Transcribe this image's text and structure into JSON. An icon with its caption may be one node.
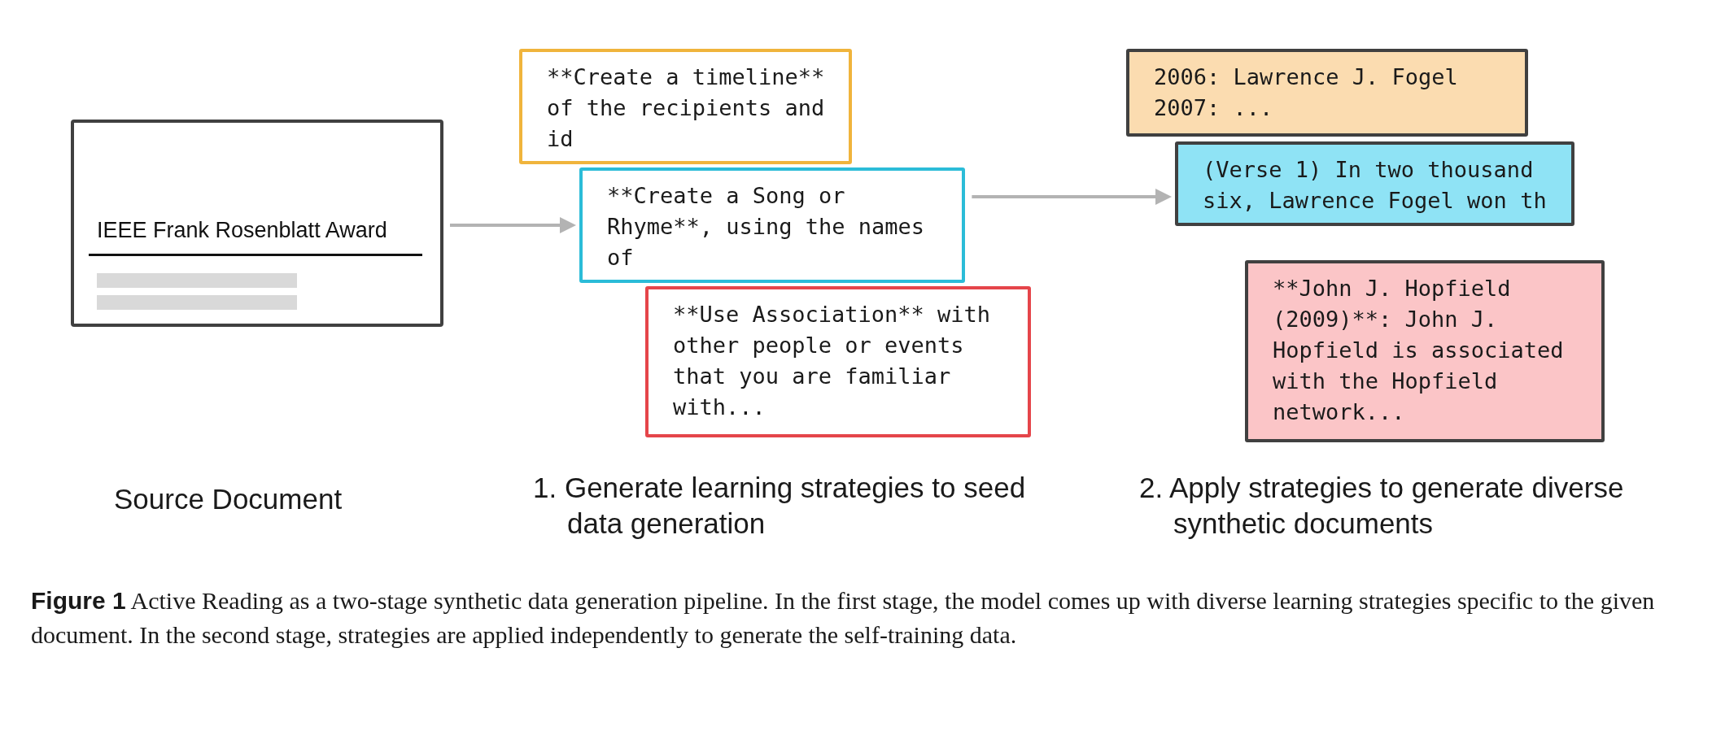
{
  "diagram": {
    "nodes": [
      {
        "text": [
          "IEEE Frank Rosenblatt Award"
        ]
      },
      {
        "text": [
          "**Create a timeline** of the recipients and id"
        ]
      },
      {
        "text": [
          "**Create a Song or Rhyme**, using the names of"
        ]
      },
      {
        "text": [
          "**Use Association** with other people or events that you are familiar with..."
        ]
      },
      {
        "text": [
          "2006: Lawrence J. Fogel",
          "2007: ..."
        ]
      },
      {
        "text": [
          "(Verse 1) In two thousand six, Lawrence Fogel won th"
        ]
      },
      {
        "text": [
          "**John J. Hopfield (2009)**: John J. Hopfield is associated with the Hopfield network..."
        ]
      }
    ],
    "edges": [
      {
        "from": 0,
        "to": 2,
        "arrow": "to"
      },
      {
        "from": 2,
        "to": 5,
        "arrow": "to"
      }
    ],
    "labels": [
      "Source Document",
      "1. Generate learning strategies to seed data generation",
      "2. Apply strategies to generate diverse synthetic documents"
    ],
    "caption": "**Figure 1** Active Reading as a two-stage synthetic data generation pipeline. In the first stage, the model comes up with diverse learning strategies specific to the given document. In the second stage, strategies are applied independently to generate the self-training data."
  }
}
